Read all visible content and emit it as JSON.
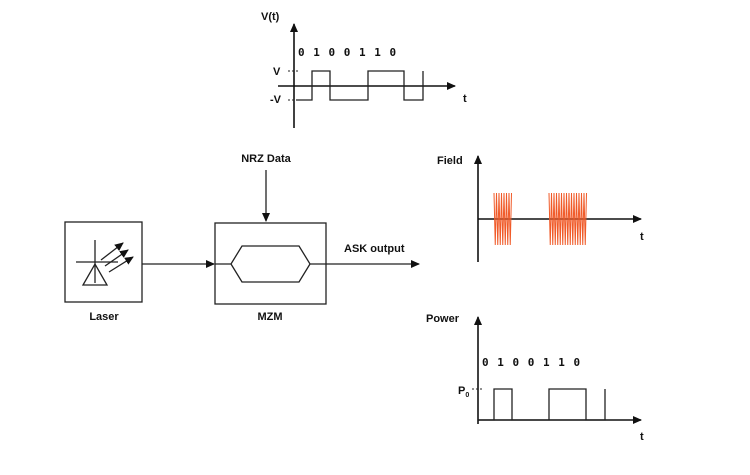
{
  "voltage_plot": {
    "y_label": "V(t)",
    "x_label": "t",
    "bits": "0 1 0 0 1 1 0",
    "level_high": "V",
    "level_low": "-V"
  },
  "modulator": {
    "input_label": "NRZ Data",
    "output_label": "ASK output",
    "laser_label": "Laser",
    "mzm_label": "MZM"
  },
  "field_plot": {
    "y_label": "Field",
    "x_label": "t",
    "carrier_color": "#f05a28"
  },
  "power_plot": {
    "y_label": "Power",
    "x_label": "t",
    "bits": "0 1 0 0 1 1 0",
    "level_label": "P",
    "level_subscript": "0"
  }
}
